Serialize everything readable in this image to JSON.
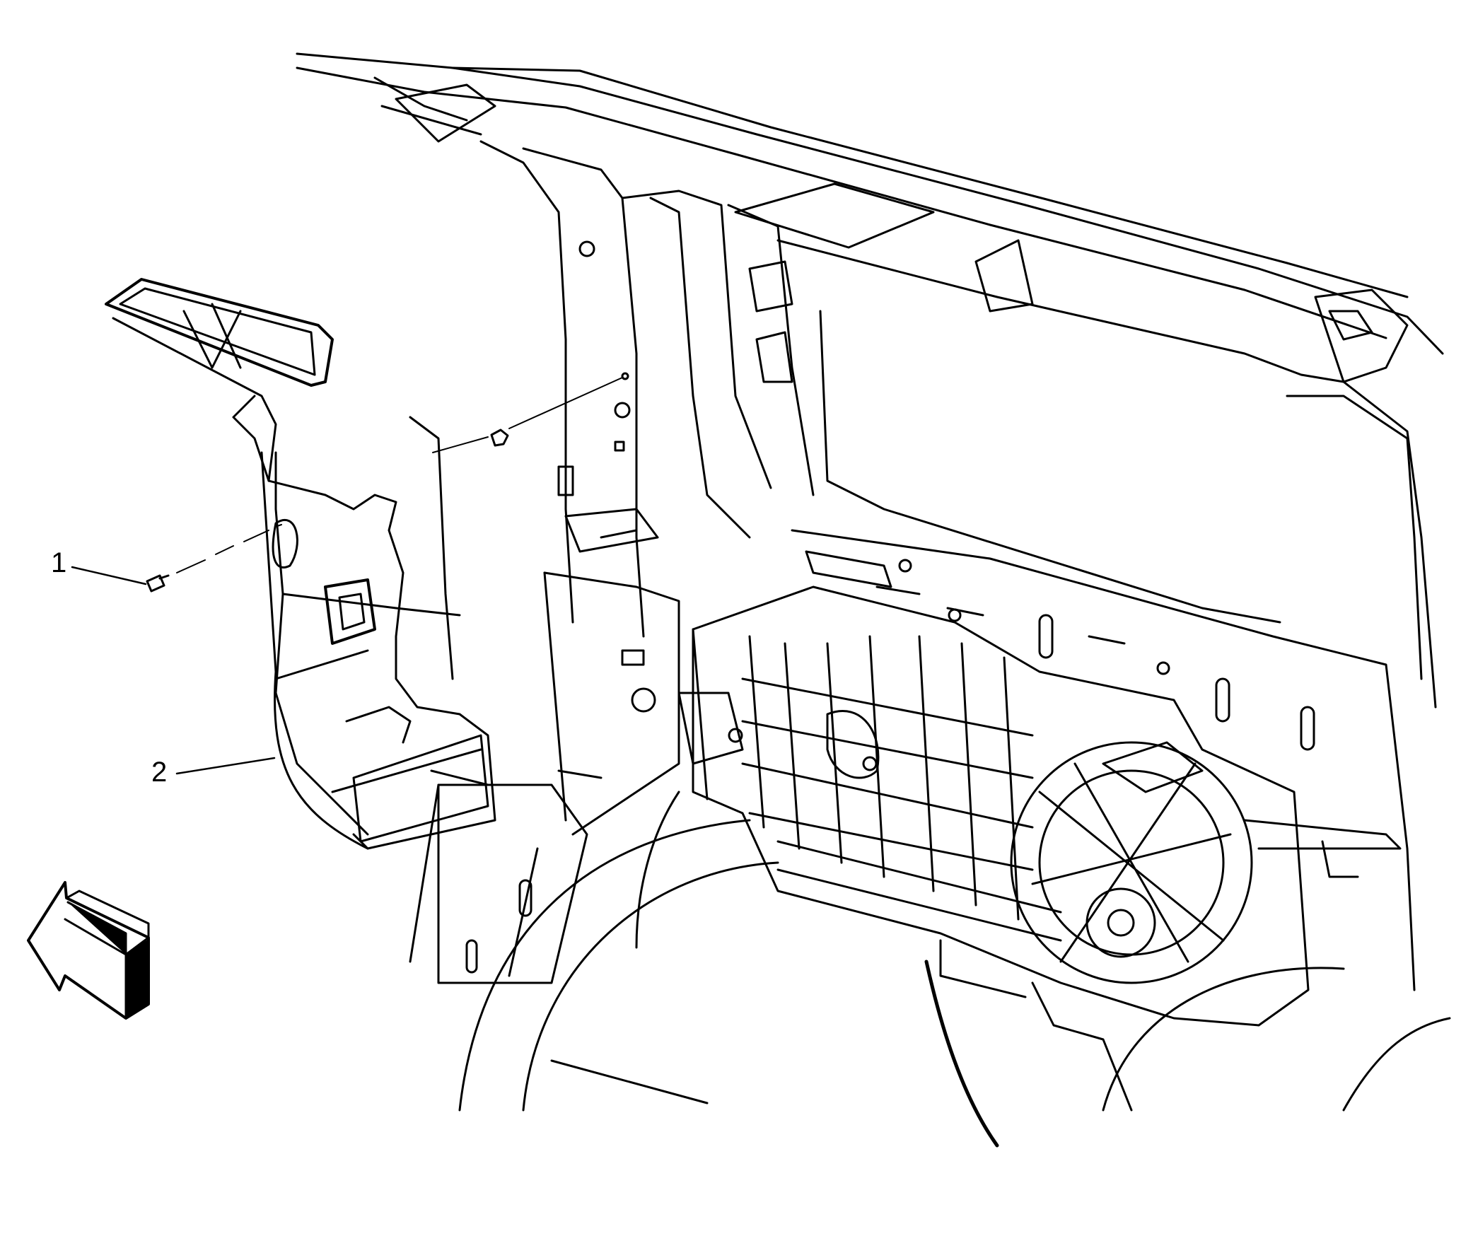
{
  "callouts": [
    {
      "id": "1",
      "label": "1",
      "part": "fastener"
    },
    {
      "id": "2",
      "label": "2",
      "part": "air-duct"
    }
  ],
  "colors": {
    "stroke": "#000000",
    "background": "#ffffff"
  },
  "icons": {
    "direction_arrow": "forward-arrow-icon"
  }
}
